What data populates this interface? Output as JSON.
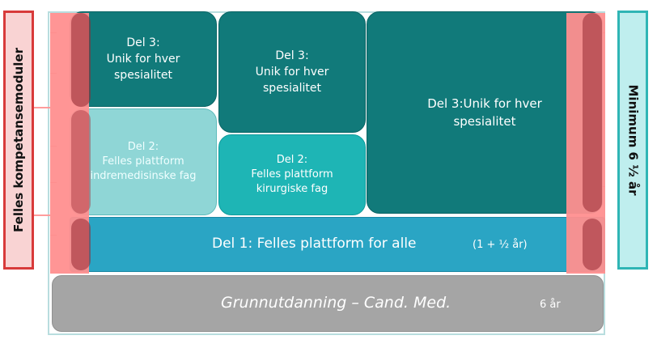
{
  "side_labels": {
    "left": "Felles kompetansemoduler",
    "right": "Minimum 6 ½ år"
  },
  "blocks": {
    "del3_a": [
      "Del 3:",
      "Unik for hver",
      "spesialitet"
    ],
    "del3_b": [
      "Del 3:",
      "Unik for hver",
      "spesialitet"
    ],
    "del3_c": [
      "Del 3:Unik for hver",
      "spesialitet"
    ],
    "del2_a": [
      "Del 2:",
      "Felles plattform",
      "indremedisinske fag"
    ],
    "del2_b": [
      "Del 2:",
      "Felles plattform",
      "kirurgiske fag"
    ],
    "del1": {
      "label": "Del 1: Felles plattform  for alle",
      "duration": "(1 + ½ år)"
    },
    "grunn": {
      "label": "Grunnutdanning – Cand. Med.",
      "duration": "6 år"
    }
  },
  "colors": {
    "del3": "#117a7a",
    "del2_indremed": "#8fd6d6",
    "del2_kirurgi": "#1eb5b5",
    "del1": "#2aa5c4",
    "grunnutdanning": "#a5a5a5",
    "felles_kompetanse": "#ff8f8f",
    "minimum_label": "#bfeeee"
  }
}
